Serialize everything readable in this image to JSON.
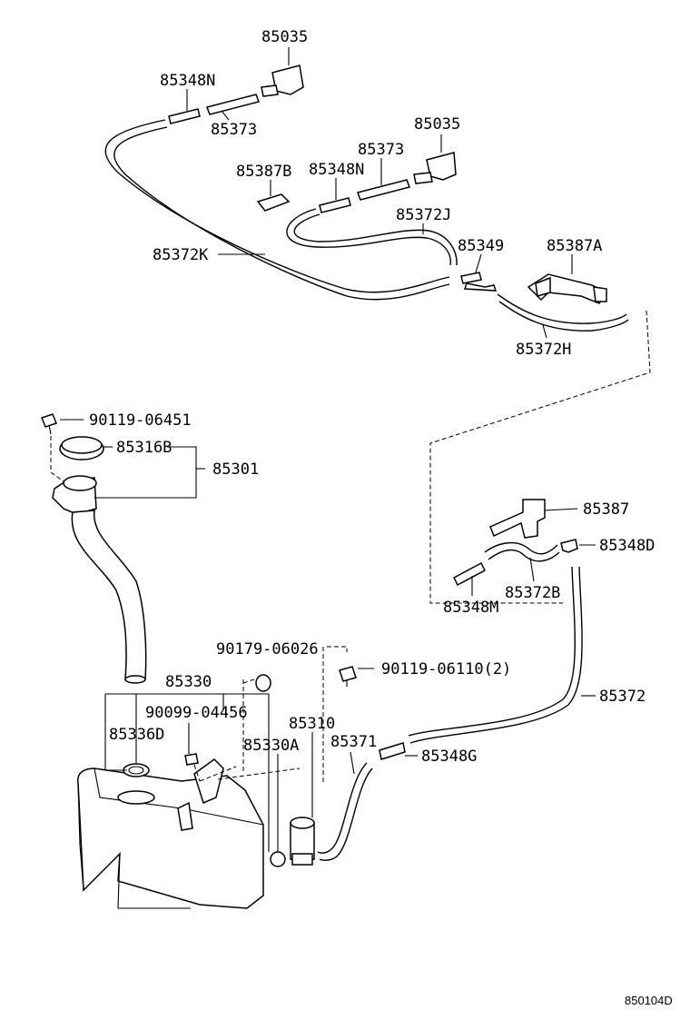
{
  "labels": {
    "l85035a": "85035",
    "l85348Na": "85348N",
    "l85373a": "85373",
    "l85035b": "85035",
    "l85373b": "85373",
    "l85387B": "85387B",
    "l85348Nb": "85348N",
    "l85372J": "85372J",
    "l85349": "85349",
    "l85387A": "85387A",
    "l85372K": "85372K",
    "l85372H": "85372H",
    "l90119_06451": "90119-06451",
    "l85316B": "85316B",
    "l85301": "85301",
    "l85387": "85387",
    "l85348D": "85348D",
    "l85372B": "85372B",
    "l85348M": "85348M",
    "l90179_06026": "90179-06026",
    "l90119_06110": "90119-06110(2)",
    "l85330": "85330",
    "l90099_04456": "90099-04456",
    "l85372": "85372",
    "l85336D": "85336D",
    "l85310": "85310",
    "l85330A": "85330A",
    "l85371": "85371",
    "l85348G": "85348G"
  },
  "reference": "850104D"
}
